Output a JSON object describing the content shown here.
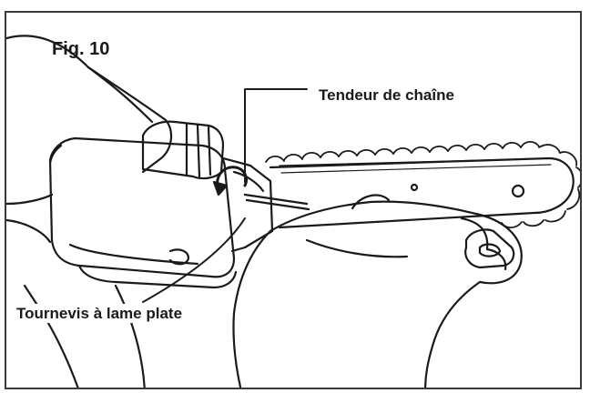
{
  "figure": {
    "label": "Fig. 10",
    "callouts": {
      "chain_tensioner": "Tendeur de chaîne",
      "flat_screwdriver": "Tournevis à lame plate"
    },
    "colors": {
      "line": "#1a1a1a",
      "frame": "#3a3a3a",
      "background": "#ffffff"
    },
    "icons": [
      "rotation-arrow-icon"
    ]
  }
}
